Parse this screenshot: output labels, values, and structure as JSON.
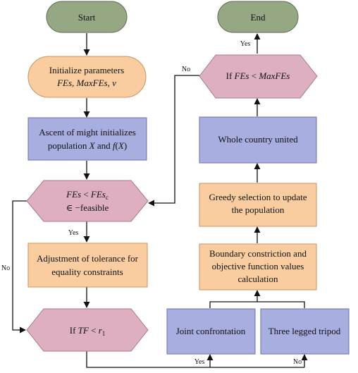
{
  "colors": {
    "terminal": "#96A784",
    "terminal_stroke": "#5f6f55",
    "orange": "#F9CDA0",
    "orange_stroke": "#c9935e",
    "blue": "#A8AEDF",
    "blue_stroke": "#6d73a8",
    "pink": "#DDAFC0",
    "pink_stroke": "#a87a8c",
    "line": "#111111"
  },
  "nodes": {
    "start": "Start",
    "end": "End",
    "init_line1": "Initialize parameters",
    "init_line2": "FEs, MaxFEs, v",
    "ascent_line1": "Ascent of might initializes",
    "ascent_pre": "population ",
    "ascent_x": "X",
    "ascent_mid": " and ",
    "ascent_fx": "f",
    "ascent_open": "(",
    "ascent_x2": "X",
    "ascent_close": ")",
    "fes_check_a": "FEs",
    "fes_check_lt": " < ",
    "fes_check_b": "FEs",
    "fes_check_sub": "c",
    "feasible": "∈ −feasible",
    "adjust_line1": "Adjustment of tolerance for",
    "adjust_line2": "equality constraints",
    "tf_if": "If  ",
    "tf_tf": "TF",
    "tf_lt": " < ",
    "tf_r": "r",
    "tf_sub": "1",
    "joint": "Joint confrontation",
    "tripod": "Three legged tripod",
    "boundary_line1": "Boundary constriction and",
    "boundary_line2": "objective function values",
    "boundary_line3": "calculation",
    "greedy_line1": "Greedy selection to update",
    "greedy_line2": "the population",
    "whole": "Whole country united",
    "maxfes_if": "If  ",
    "maxfes_a": "FEs",
    "maxfes_lt": " < ",
    "maxfes_b": "MaxFEs"
  },
  "edge_labels": {
    "yes_top": "Yes",
    "no_top": "No",
    "yes_mid": "Yes",
    "no_left": "No",
    "yes_bottom": "Yes",
    "no_bottom": "No"
  }
}
